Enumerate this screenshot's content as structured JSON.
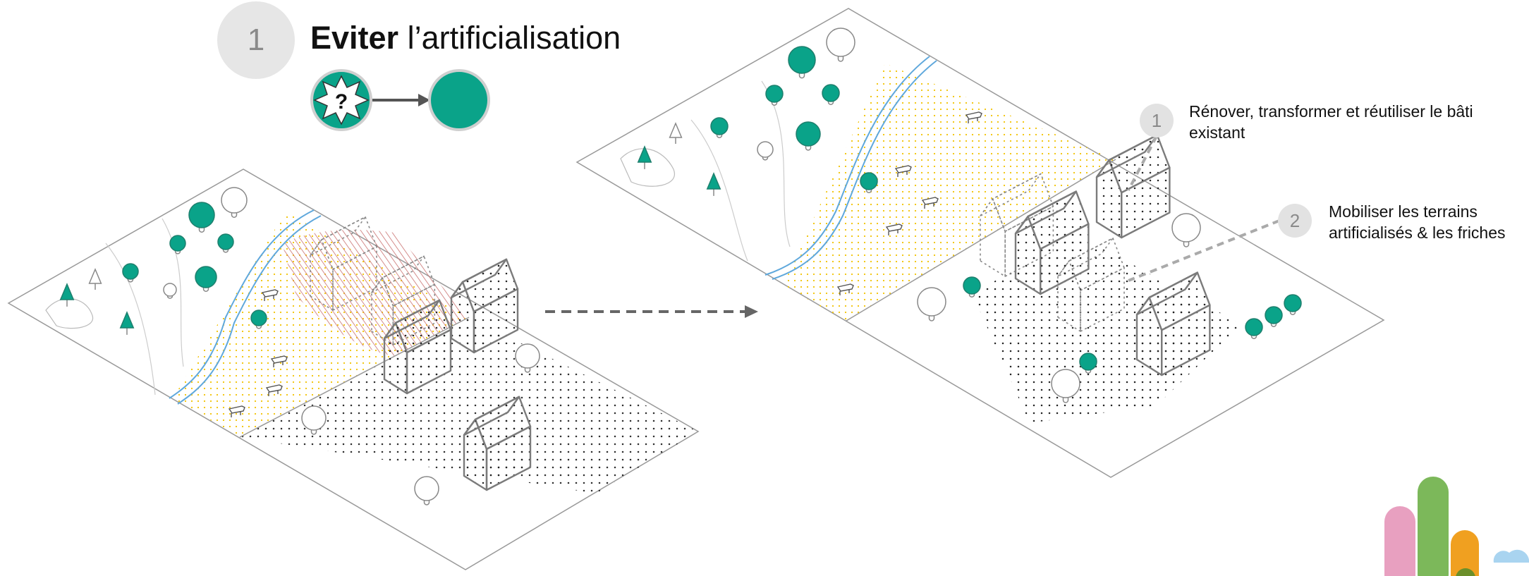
{
  "header": {
    "step_number": "1",
    "title_bold": "Eviter",
    "title_rest": " l’artificialisation",
    "question_badge": "?"
  },
  "callouts": [
    {
      "number": "1",
      "line1": "Rénover, transformer et réutiliser le bâti",
      "line2": "existant"
    },
    {
      "number": "2",
      "line1": "Mobiliser les terrains",
      "line2": "artificialisés & les friches"
    }
  ],
  "colors": {
    "accent_green": "#0aa389",
    "river_blue": "#5fa8dc",
    "meadow_dot_yellow": "#f2c200",
    "hatch_red": "#c9706f",
    "house_grey": "#7b7b7b",
    "logo_pink": "#e8a0c0",
    "logo_green": "#7cb85a",
    "logo_orange": "#f0a020",
    "logo_cloud": "#a9d4f0"
  },
  "icons": [
    "question-burst-icon",
    "arrow-right-icon",
    "tree-icon",
    "conifer-icon",
    "cow-icon",
    "goat-icon",
    "chicken-icon",
    "house-icon",
    "cloud-icon"
  ]
}
